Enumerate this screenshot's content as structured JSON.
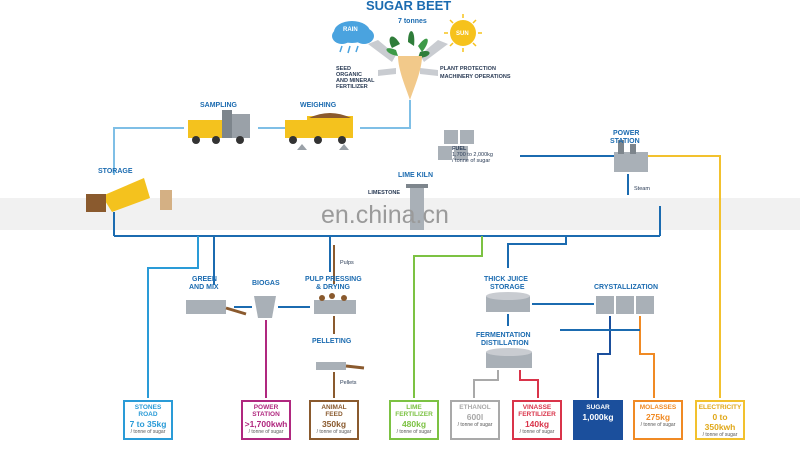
{
  "title": "SUGAR BEET",
  "yield": "7 tonnes",
  "rain": "RAIN",
  "sun": "SUN",
  "inputs_left": [
    "SEED",
    "ORGANIC",
    "AND MINERAL",
    "FERTILIZER"
  ],
  "inputs_right": [
    "PLANT PROTECTION",
    "MACHINERY OPERATIONS"
  ],
  "sampling": "SAMPLING",
  "weighing": "WEIGHING",
  "storage": "STORAGE",
  "fuel": [
    "FUEL",
    "1,700 to 2,000kg",
    "/ tonne of sugar"
  ],
  "power_station": [
    "POWER",
    "STATION"
  ],
  "steam": "Steam",
  "lime_kiln": "LIME KILN",
  "limestone": "LIMESTONE",
  "watermark": "en.china.cn",
  "green_mix": [
    "GREEN",
    "AND MIX"
  ],
  "biogas": "BIOGAS",
  "pulp_pressing": [
    "PULP PRESSING",
    "& DRYING"
  ],
  "pulps": "Pulps",
  "pelleting": "PELLETING",
  "pellets": "Pellets",
  "thick_juice": [
    "THICK JUICE",
    "STORAGE"
  ],
  "crystallization": "CRYSTALLIZATION",
  "fermentation": [
    "FERMENTATION",
    "DISTILLATION"
  ],
  "outputs": [
    {
      "title": [
        "STONES",
        "ROAD"
      ],
      "value": "7 to 35kg",
      "unit": "/ tonne of sugar",
      "color": "#2a9bd7"
    },
    {
      "title": [
        "POWER",
        "STATION"
      ],
      "value": ">1,700kwh",
      "unit": "/ tonne of sugar",
      "color": "#b0287f"
    },
    {
      "title": [
        "ANIMAL",
        "FEED"
      ],
      "value": "350kg",
      "unit": "/ tonne of sugar",
      "color": "#8a5a2e"
    },
    {
      "title": [
        "LIME",
        "FERTILIZER"
      ],
      "value": "480kg",
      "unit": "/ tonne of sugar",
      "color": "#7cc243"
    },
    {
      "title": [
        "ETHANOL",
        ""
      ],
      "value": "600l",
      "unit": "/ tonne of sugar",
      "color": "#a9a9a9"
    },
    {
      "title": [
        "VINASSE",
        "FERTILIZER"
      ],
      "value": "140kg",
      "unit": "/ tonne of sugar",
      "color": "#d9344a"
    },
    {
      "title": [
        "SUGAR",
        ""
      ],
      "value": "1,000kg",
      "unit": "",
      "color": "#1b4f9c"
    },
    {
      "title": [
        "MOLASSES",
        ""
      ],
      "value": "275kg",
      "unit": "/ tonne of sugar",
      "color": "#f08a24"
    },
    {
      "title": [
        "ELECTRICITY",
        ""
      ],
      "value": "0 to 350kwh",
      "unit": "/ tonne of sugar",
      "color": "#f2c12e"
    }
  ]
}
